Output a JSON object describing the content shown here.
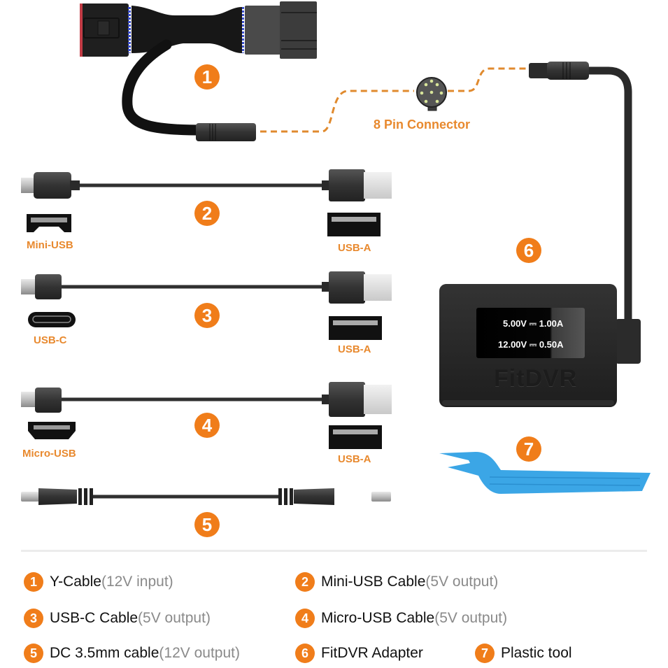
{
  "colors": {
    "accent": "#f07d1a",
    "label_orange": "#e8892e",
    "subtext_gray": "#8a8a8a",
    "tool_blue": "#3ba6e6",
    "device_black": "#222222"
  },
  "diagram": {
    "connector_label": "8 Pin Connector",
    "items": [
      {
        "number": "1",
        "name": "y-cable"
      },
      {
        "number": "2",
        "name": "mini-usb-cable",
        "left_label": "Mini-USB",
        "right_label": "USB-A"
      },
      {
        "number": "3",
        "name": "usb-c-cable",
        "left_label": "USB-C",
        "right_label": "USB-A"
      },
      {
        "number": "4",
        "name": "micro-usb-cable",
        "left_label": "Micro-USB",
        "right_label": "USB-A"
      },
      {
        "number": "5",
        "name": "dc-cable"
      },
      {
        "number": "6",
        "name": "adapter"
      },
      {
        "number": "7",
        "name": "plastic-tool"
      }
    ],
    "adapter": {
      "brand": "FitDVR",
      "display_line1_voltage": "5.00V",
      "display_line1_current": "1.00A",
      "display_line2_voltage": "12.00V",
      "display_line2_current": "0.50A",
      "dc_symbol": "⎓"
    }
  },
  "legend": [
    {
      "number": "1",
      "title": "Y-Cable",
      "detail": "(12V input)"
    },
    {
      "number": "2",
      "title": "Mini-USB Cable",
      "detail": "(5V output)"
    },
    {
      "number": "3",
      "title": "USB-C Cable",
      "detail": "(5V output)"
    },
    {
      "number": "4",
      "title": "Micro-USB Cable",
      "detail": "(5V output)"
    },
    {
      "number": "5",
      "title": "DC 3.5mm cable",
      "detail": "(12V output)"
    },
    {
      "number": "6",
      "title": "FitDVR Adapter",
      "detail": ""
    },
    {
      "number": "7",
      "title": "Plastic tool",
      "detail": ""
    }
  ]
}
